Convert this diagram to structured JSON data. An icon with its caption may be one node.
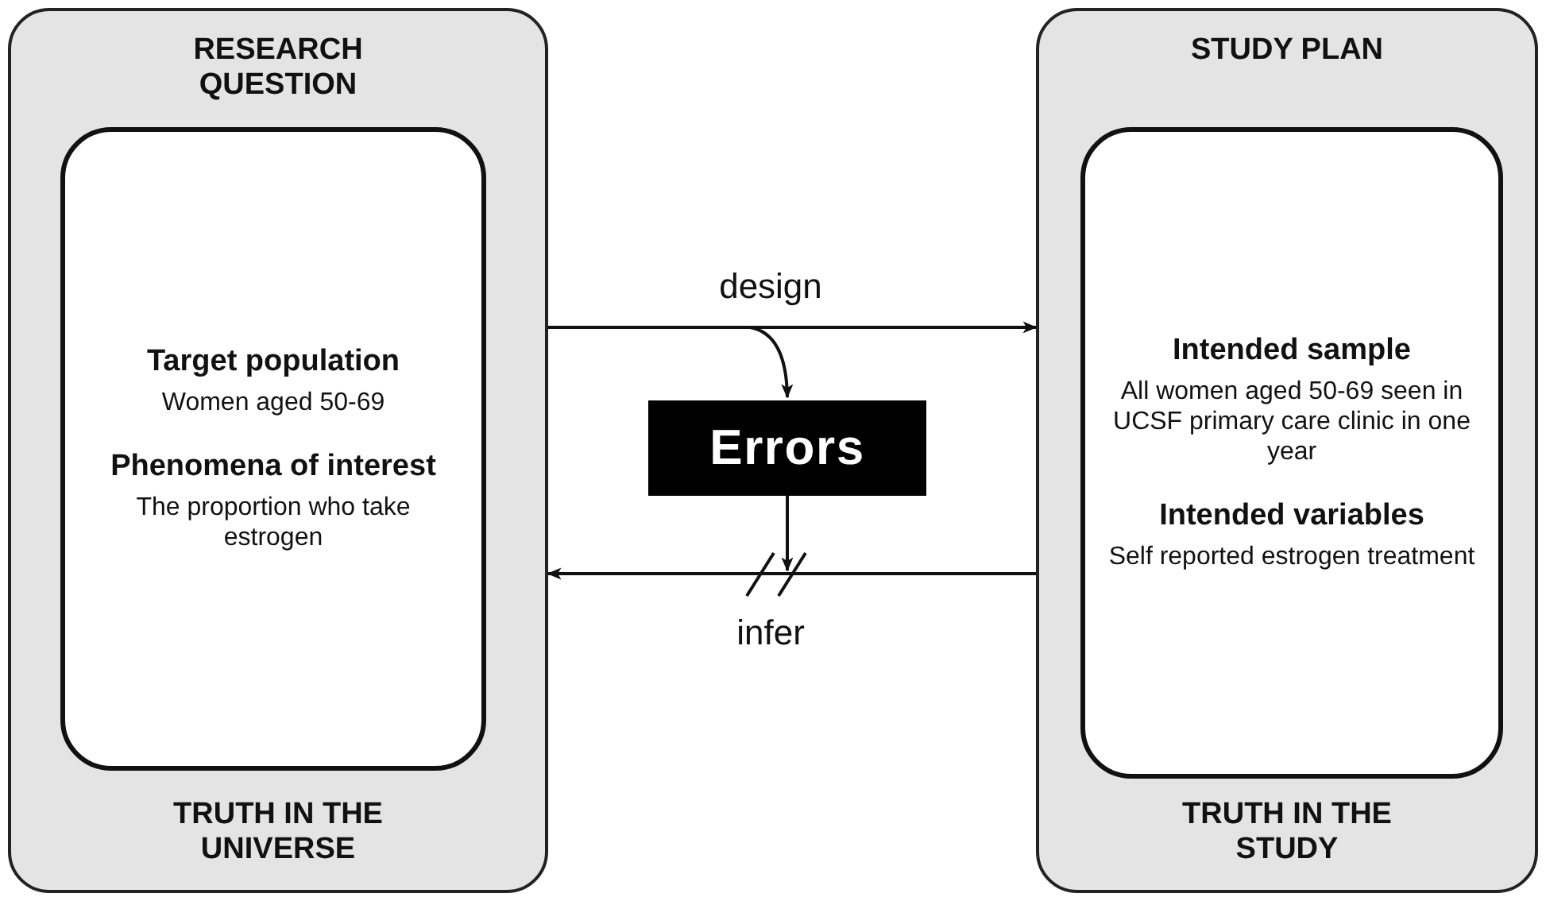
{
  "diagram": {
    "nodes": [
      {
        "text": [
          "RESEARCH QUESTION",
          "TRUTH IN THE UNIVERSE"
        ]
      },
      {
        "text": [
          "Target population",
          "Women aged 50-69",
          "Phenomena of interest",
          "The proportion who take estrogen"
        ],
        "in": 0
      },
      {
        "text": [
          "Errors"
        ]
      },
      {
        "text": [
          "STUDY PLAN",
          "TRUTH IN THE STUDY"
        ]
      },
      {
        "text": [
          "Intended sample",
          "All women aged 50-69 seen in UCSF primary care clinic in one year",
          "Intended variables",
          "Self reported estrogen treatment"
        ],
        "in": 3
      }
    ],
    "edges": [
      {
        "from": 0,
        "to": 3,
        "arrow": "to",
        "label": "design"
      },
      {
        "from": null,
        "to": 2,
        "arrow": "to"
      },
      {
        "from": 2,
        "to": null,
        "arrow": "to"
      },
      {
        "from": 3,
        "to": 0,
        "arrow": "to",
        "label": "infer"
      }
    ]
  }
}
